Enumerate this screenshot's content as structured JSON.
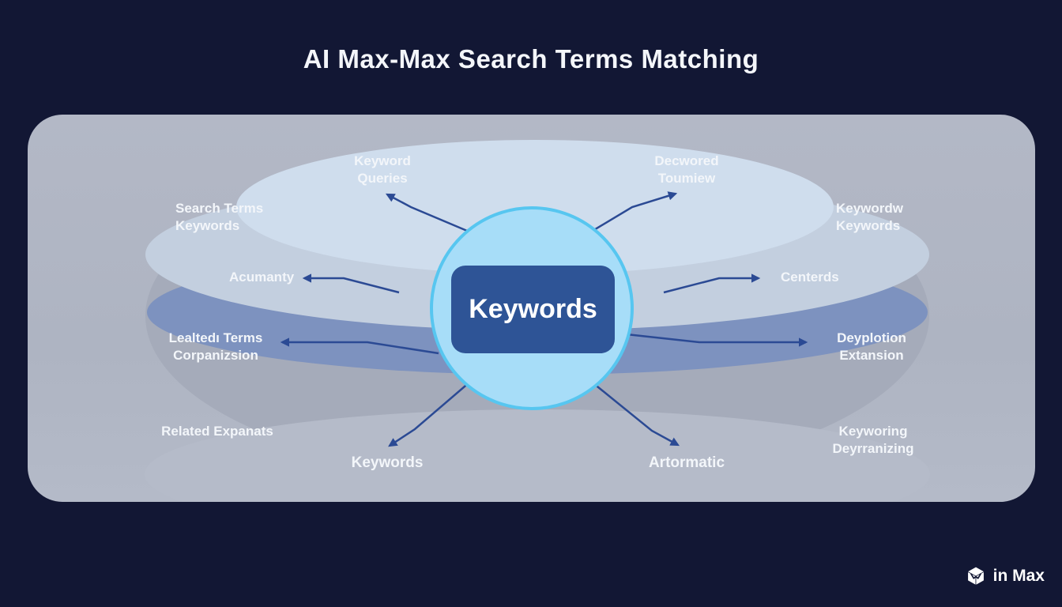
{
  "title": "AI Max-Max Search Terms Matching",
  "center": {
    "label": "Keywords"
  },
  "labels": {
    "top_left": {
      "line1": "Keyword",
      "line2": "Queries"
    },
    "top_right": {
      "line1": "Decwored",
      "line2": "Toumiew"
    },
    "upper_left": {
      "line1": "Search Terms",
      "line2": "Keywords"
    },
    "upper_right": {
      "line1": "Keywordw",
      "line2": "Keywords"
    },
    "mid_left": {
      "line1": "Acumanty"
    },
    "mid_right": {
      "line1": "Centerds"
    },
    "lower_left": {
      "line1": "Lealtedı Terms",
      "line2": "Corpanizsion"
    },
    "lower_right": {
      "line1": "Deyplotion",
      "line2": "Extansion"
    },
    "bottom_left_edge": {
      "line1": "Related Expanats"
    },
    "bottom_right_edge": {
      "line1": "Keyworing",
      "line2": "Deyrranizing"
    },
    "bottom_left": {
      "line1": "Keywords"
    },
    "bottom_right": {
      "line1": "Artormatic"
    }
  },
  "footer": {
    "brand": "in Max",
    "icon": "cube-logo-icon"
  },
  "colors": {
    "background": "#121734",
    "panel": "#b1b6c4",
    "circle_fill": "#a7ddf8",
    "circle_border": "#57c6f0",
    "center_box": "#2e5496",
    "arrow": "#2b4a94",
    "slate_band": "#7d92bf",
    "top_disc": "#c3cfdf",
    "inner_disc": "#cfdded",
    "label_text": "#f3f6fa"
  }
}
